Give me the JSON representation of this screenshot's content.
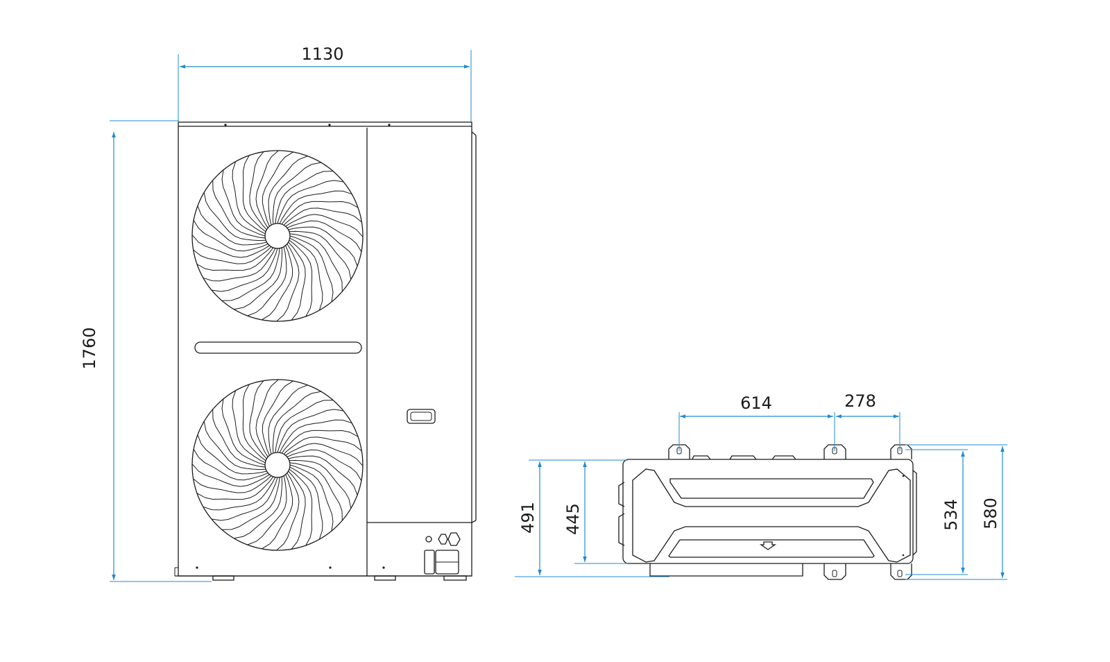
{
  "dimensions": {
    "front_width": "1130",
    "front_height": "1760",
    "top_span_left": "614",
    "top_span_right": "278",
    "top_depth_outer": "491",
    "top_depth_inner": "445",
    "top_feet_inner": "534",
    "top_feet_outer": "580"
  },
  "colors": {
    "dimension_line": "#1f8ad0",
    "outline": "#1a1a1a"
  },
  "fan_blade_count": 36
}
